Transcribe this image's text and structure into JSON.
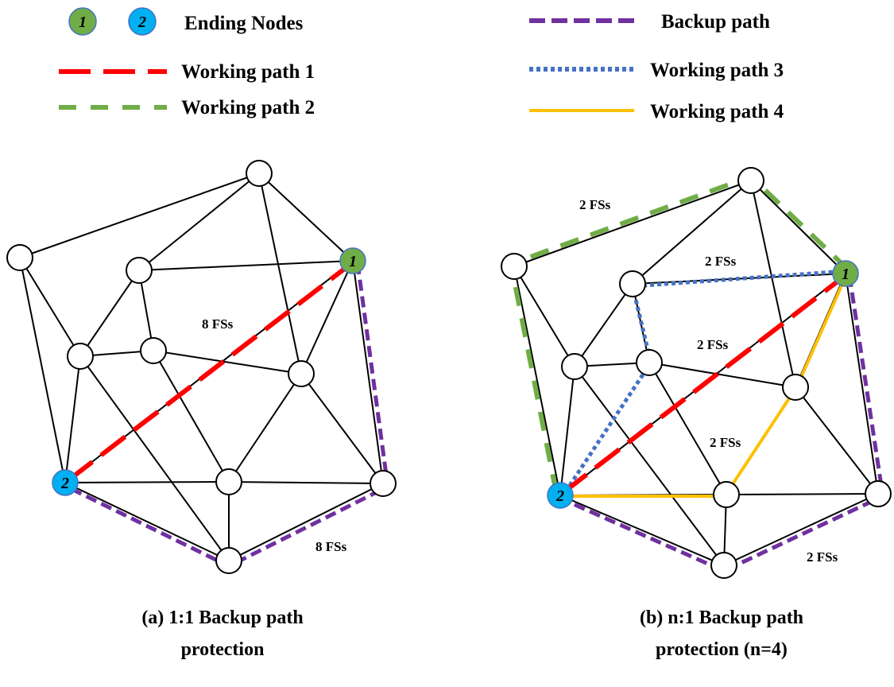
{
  "legend": {
    "ending_node_1": "1",
    "ending_node_2": "2",
    "ending_nodes": "Ending Nodes",
    "working_path_1": "Working path 1",
    "working_path_2": "Working path 2",
    "backup_path": "Backup path",
    "working_path_3": "Working path 3",
    "working_path_4": "Working path 4"
  },
  "colors": {
    "working_path_1": "#ff0000",
    "working_path_2": "#70ad47",
    "backup_path": "#7030a0",
    "working_path_3": "#4472c4",
    "working_path_4": "#ffc000",
    "node_1_fill": "#70ad47",
    "node_2_fill": "#00b0f0"
  },
  "diagram_a": {
    "working_fs": "8 FSs",
    "backup_fs": "8 FSs",
    "caption_line1": "(a) 1:1 Backup path",
    "caption_line2": "protection"
  },
  "diagram_b": {
    "fs_working_2": "2 FSs",
    "fs_working_3": "2 FSs",
    "fs_working_1": "2 FSs",
    "fs_working_4": "2 FSs",
    "fs_backup": "2 FSs",
    "caption_line1": "(b) n:1 Backup path",
    "caption_line2": "protection (n=4)"
  }
}
